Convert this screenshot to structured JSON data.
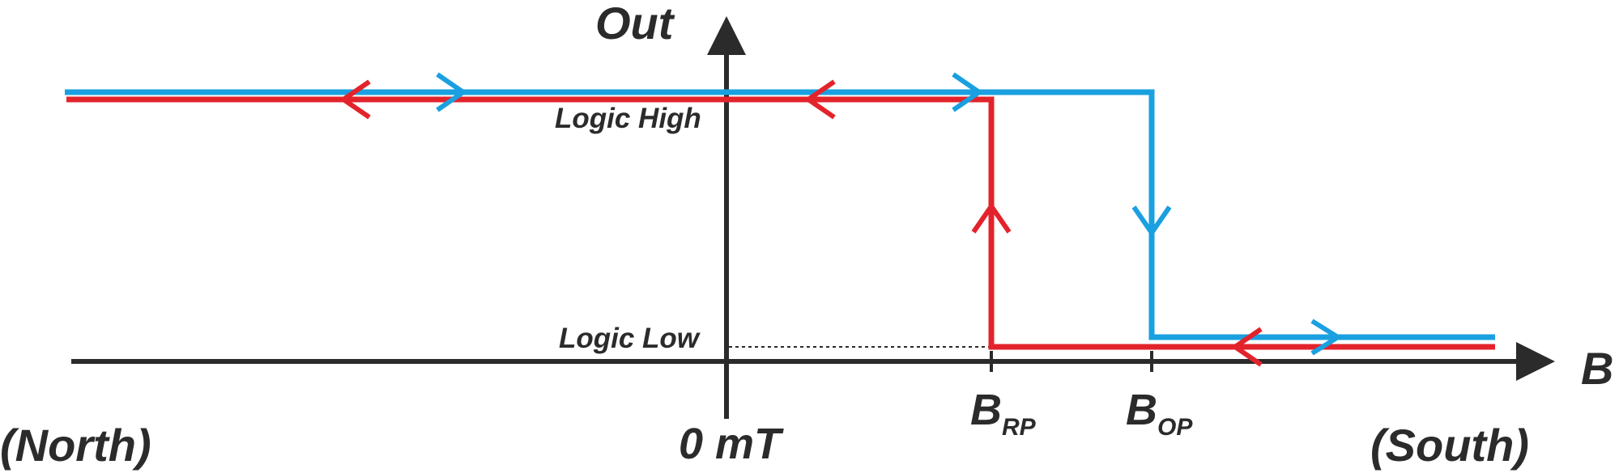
{
  "labels": {
    "y_axis": "Out",
    "x_axis": "B",
    "logic_high": "Logic High",
    "logic_low": "Logic Low",
    "origin": "0 mT",
    "left_direction": "(North)",
    "right_direction": "(South)",
    "b_rp_main": "B",
    "b_rp_sub": "RP",
    "b_op_main": "B",
    "b_op_sub": "OP"
  },
  "colors": {
    "axis": "#2b2b2b",
    "increasing_field_curve": "#1aa0e0",
    "decreasing_field_curve": "#e3232b",
    "text": "#2b2b2b"
  },
  "icons": {
    "y_axis_arrow": "arrowhead-up",
    "x_axis_arrow": "arrowhead-right",
    "curve_direction_marks": "chevron-arrows"
  }
}
